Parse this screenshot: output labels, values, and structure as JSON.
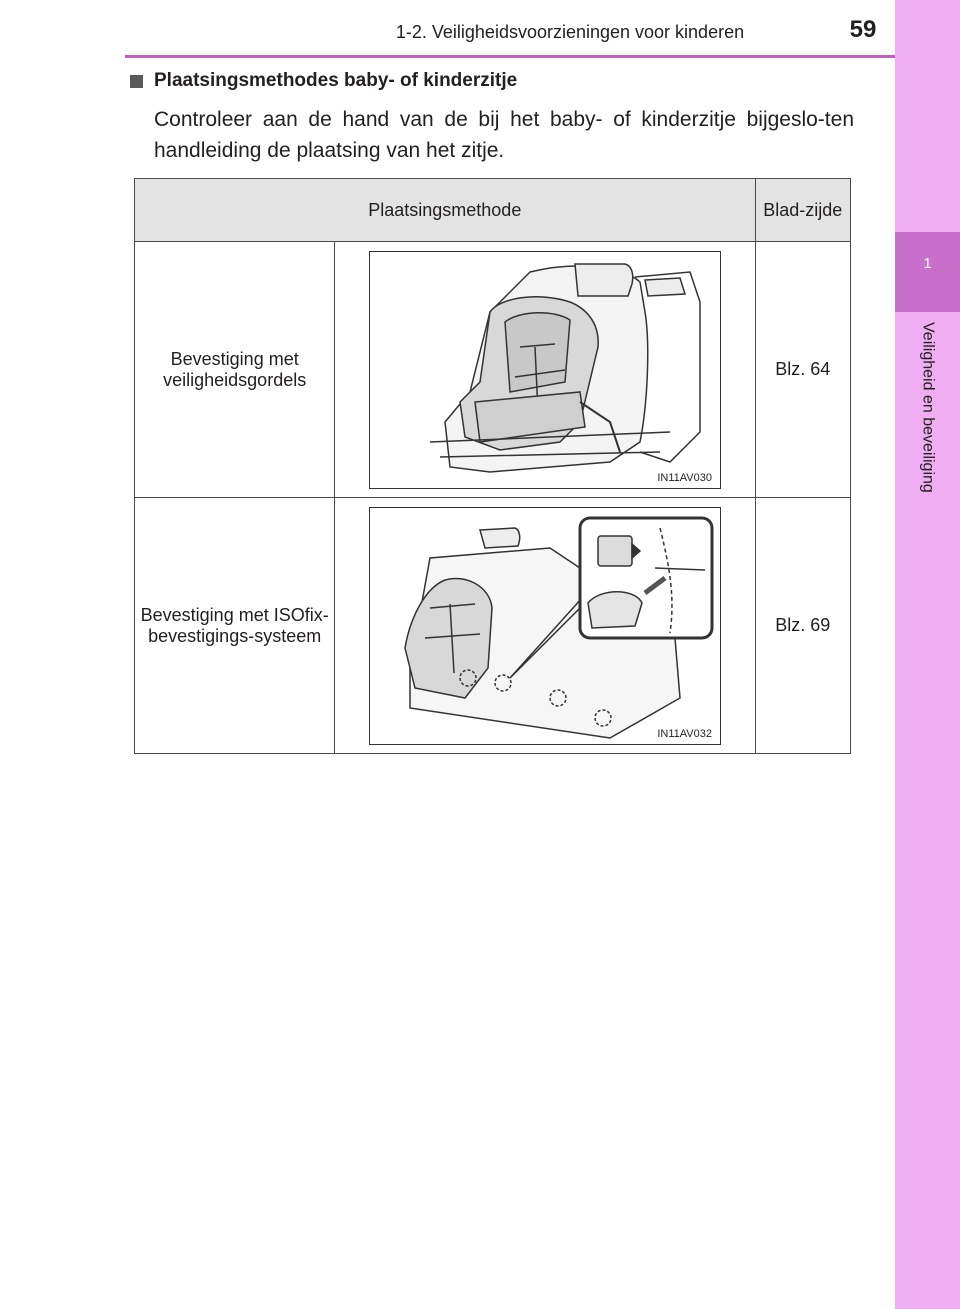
{
  "header": {
    "section_title": "1-2. Veiligheidsvoorzieningen voor kinderen",
    "page_number": "59"
  },
  "side_tab": {
    "chapter_number": "1",
    "chapter_title": "Veiligheid en beveiliging"
  },
  "section": {
    "heading": "Plaatsingsmethodes baby- of kinderzitje",
    "body": "Controleer aan de hand van de bij het baby- of kinderzitje bijgeslo-ten handleiding de plaatsing van het zitje."
  },
  "table": {
    "headers": {
      "method": "Plaatsingsmethode",
      "page": "Blad-zijde"
    },
    "rows": [
      {
        "method": "Bevestiging met veiligheidsgordels",
        "figure_code": "IN11AV030",
        "page": "Blz. 64"
      },
      {
        "method": "Bevestiging met ISOfix-bevestigings-systeem",
        "figure_code": "IN11AV032",
        "page": "Blz. 69"
      }
    ]
  },
  "colors": {
    "accent": "#c45fc2",
    "side_tab": "#efaef2",
    "chapter_tab": "#c76fcb",
    "table_header": "#e3e3e4"
  }
}
